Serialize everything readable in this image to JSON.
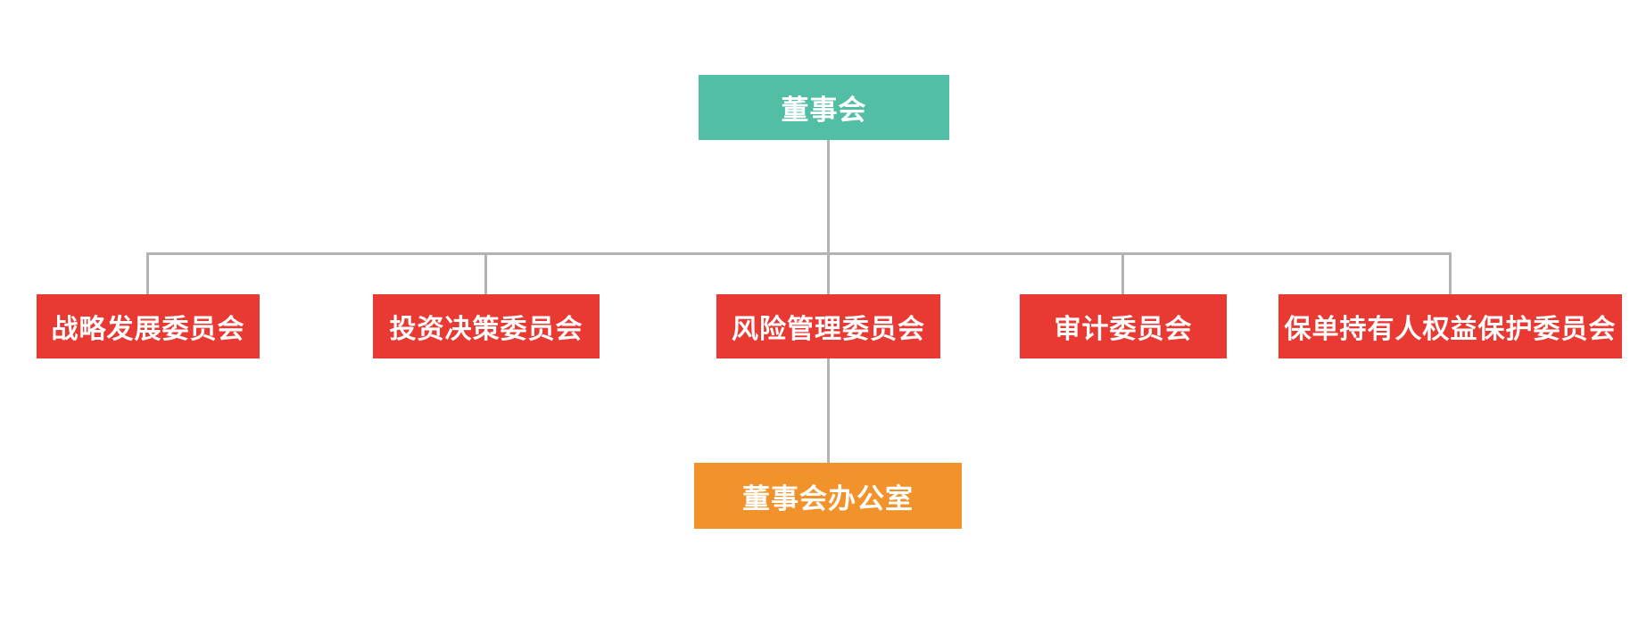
{
  "colors": {
    "root": "#52bfa5",
    "committee": "#e83933",
    "office": "#f2922b",
    "connector": "#b3b3b3",
    "text": "#ffffff"
  },
  "org_chart": {
    "root": {
      "label": "董事会"
    },
    "committees": [
      {
        "label": "战略发展委员会"
      },
      {
        "label": "投资决策委员会"
      },
      {
        "label": "风险管理委员会"
      },
      {
        "label": "审计委员会"
      },
      {
        "label": "保单持有人权益保护委员会"
      }
    ],
    "office": {
      "label": "董事会办公室"
    },
    "edges": [
      {
        "from": "董事会",
        "to": "战略发展委员会"
      },
      {
        "from": "董事会",
        "to": "投资决策委员会"
      },
      {
        "from": "董事会",
        "to": "风险管理委员会"
      },
      {
        "from": "董事会",
        "to": "审计委员会"
      },
      {
        "from": "董事会",
        "to": "保单持有人权益保护委员会"
      },
      {
        "from": "风险管理委员会",
        "to": "董事会办公室"
      }
    ]
  }
}
